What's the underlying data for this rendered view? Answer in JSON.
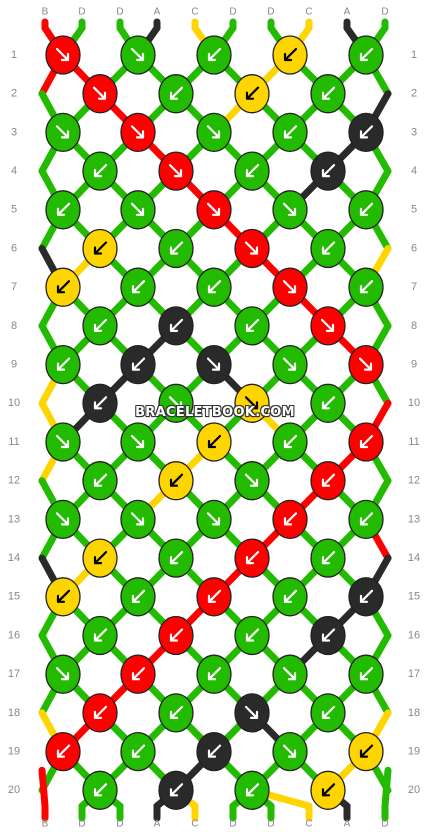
{
  "watermark": "BRACELETBOOK.COM",
  "colors": {
    "A": "#2a2a2a",
    "B": "#ff0000",
    "C": "#ffd500",
    "D": "#22bb00"
  },
  "string_labels": [
    "B",
    "D",
    "D",
    "A",
    "C",
    "D",
    "D",
    "C",
    "A",
    "D"
  ],
  "row_labels": [
    "1",
    "2",
    "3",
    "4",
    "5",
    "6",
    "7",
    "8",
    "9",
    "10",
    "11",
    "12",
    "13",
    "14",
    "15",
    "16",
    "17",
    "18",
    "19",
    "20"
  ],
  "knots": [
    [
      [
        "B",
        "se"
      ],
      [
        "D",
        "se"
      ],
      [
        "D",
        "sw"
      ],
      [
        "C",
        "sw"
      ],
      [
        "D",
        "sw"
      ]
    ],
    [
      [
        "B",
        "se"
      ],
      [
        "D",
        "sw"
      ],
      [
        "C",
        "sw"
      ],
      [
        "D",
        "sw"
      ]
    ],
    [
      [
        "D",
        "se"
      ],
      [
        "B",
        "se"
      ],
      [
        "D",
        "se"
      ],
      [
        "D",
        "sw"
      ],
      [
        "A",
        "sw"
      ]
    ],
    [
      [
        "D",
        "sw"
      ],
      [
        "B",
        "se"
      ],
      [
        "D",
        "sw"
      ],
      [
        "A",
        "sw"
      ]
    ],
    [
      [
        "D",
        "sw"
      ],
      [
        "D",
        "se"
      ],
      [
        "B",
        "se"
      ],
      [
        "D",
        "se"
      ],
      [
        "D",
        "sw"
      ]
    ],
    [
      [
        "C",
        "sw"
      ],
      [
        "D",
        "sw"
      ],
      [
        "B",
        "se"
      ],
      [
        "D",
        "sw"
      ]
    ],
    [
      [
        "C",
        "sw"
      ],
      [
        "D",
        "sw"
      ],
      [
        "D",
        "sw"
      ],
      [
        "B",
        "se"
      ],
      [
        "D",
        "sw"
      ]
    ],
    [
      [
        "D",
        "sw"
      ],
      [
        "A",
        "sw"
      ],
      [
        "D",
        "sw"
      ],
      [
        "B",
        "se"
      ]
    ],
    [
      [
        "D",
        "sw"
      ],
      [
        "A",
        "sw"
      ],
      [
        "A",
        "se"
      ],
      [
        "D",
        "se"
      ],
      [
        "B",
        "se"
      ]
    ],
    [
      [
        "A",
        "sw"
      ],
      [
        "D",
        "se"
      ],
      [
        "C",
        "se"
      ],
      [
        "D",
        "sw"
      ]
    ],
    [
      [
        "D",
        "se"
      ],
      [
        "D",
        "se"
      ],
      [
        "C",
        "sw"
      ],
      [
        "D",
        "sw"
      ],
      [
        "B",
        "sw"
      ]
    ],
    [
      [
        "D",
        "sw"
      ],
      [
        "C",
        "sw"
      ],
      [
        "D",
        "se"
      ],
      [
        "B",
        "sw"
      ]
    ],
    [
      [
        "D",
        "se"
      ],
      [
        "D",
        "se"
      ],
      [
        "D",
        "se"
      ],
      [
        "B",
        "sw"
      ],
      [
        "D",
        "sw"
      ]
    ],
    [
      [
        "C",
        "sw"
      ],
      [
        "D",
        "sw"
      ],
      [
        "B",
        "sw"
      ],
      [
        "D",
        "sw"
      ]
    ],
    [
      [
        "C",
        "sw"
      ],
      [
        "D",
        "sw"
      ],
      [
        "B",
        "sw"
      ],
      [
        "D",
        "sw"
      ],
      [
        "A",
        "sw"
      ]
    ],
    [
      [
        "D",
        "sw"
      ],
      [
        "B",
        "sw"
      ],
      [
        "D",
        "sw"
      ],
      [
        "A",
        "sw"
      ]
    ],
    [
      [
        "D",
        "se"
      ],
      [
        "B",
        "sw"
      ],
      [
        "D",
        "sw"
      ],
      [
        "D",
        "se"
      ],
      [
        "D",
        "sw"
      ]
    ],
    [
      [
        "B",
        "sw"
      ],
      [
        "D",
        "sw"
      ],
      [
        "A",
        "se"
      ],
      [
        "D",
        "sw"
      ]
    ],
    [
      [
        "B",
        "sw"
      ],
      [
        "D",
        "sw"
      ],
      [
        "A",
        "sw"
      ],
      [
        "D",
        "se"
      ],
      [
        "C",
        "sw"
      ]
    ],
    [
      [
        "D",
        "sw"
      ],
      [
        "A",
        "sw"
      ],
      [
        "D",
        "sw"
      ],
      [
        "C",
        "sw"
      ]
    ]
  ],
  "edges": [
    {
      "side": "left",
      "odd_rows": [
        "B",
        "D",
        "D",
        "D",
        "C",
        "C",
        "D",
        "D",
        "D",
        "D"
      ],
      "even_rows": [
        "D",
        "D",
        "A",
        "D",
        "C",
        "D",
        "A",
        "D",
        "C",
        "D"
      ]
    },
    {
      "side": "right",
      "odd_rows": [
        "D",
        "D",
        "D",
        "D",
        "D",
        "D",
        "B",
        "D",
        "D",
        "D"
      ],
      "even_rows": [
        "A",
        "D",
        "C",
        "D",
        "B",
        "D",
        "A",
        "D",
        "C",
        "D"
      ]
    }
  ],
  "bottom_labels": [
    "B",
    "D",
    "D",
    "A",
    "C",
    "D",
    "D",
    "C",
    "A",
    "D"
  ]
}
